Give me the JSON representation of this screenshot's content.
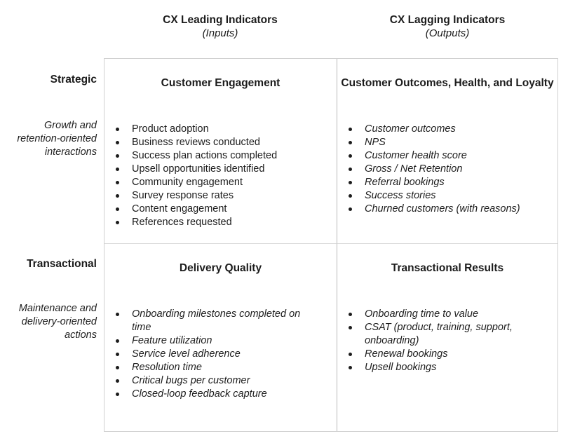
{
  "page": {
    "background": "#ffffff",
    "text_color": "#1c1c1c",
    "grid_border_color": "#cfcfcf",
    "vertical_divider_color": "#b9b9b9",
    "horizontal_divider_color": "#d9d9d9"
  },
  "column_headers": [
    {
      "title": "CX Leading Indicators",
      "subtitle": "(Inputs)"
    },
    {
      "title": "CX Lagging Indicators",
      "subtitle": "(Outputs)"
    }
  ],
  "row_headers": [
    {
      "title": "Strategic",
      "subtitle": "Growth and retention-oriented interactions"
    },
    {
      "title": "Transactional",
      "subtitle": "Maintenance and delivery-oriented actions"
    }
  ],
  "quadrants": [
    {
      "title": "Customer Engagement",
      "items": [
        "Product adoption",
        "Business reviews conducted",
        "Success plan actions completed",
        "Upsell opportunities identified",
        "Community engagement",
        "Survey response rates",
        "Content engagement",
        "References requested"
      ]
    },
    {
      "title": "Customer Outcomes, Health, and Loyalty",
      "items": [
        "Customer outcomes",
        "NPS",
        "Customer health score",
        "Gross / Net Retention",
        "Referral bookings",
        "Success stories",
        "Churned customers (with reasons)"
      ]
    },
    {
      "title": "Delivery Quality",
      "items": [
        "Onboarding milestones completed on time",
        "Feature utilization",
        "Service level adherence",
        "Resolution time",
        "Critical bugs per customer",
        "Closed-loop feedback capture"
      ]
    },
    {
      "title": "Transactional Results",
      "items": [
        "Onboarding time to value",
        "CSAT (product, training, support, onboarding)",
        "Renewal bookings",
        "Upsell bookings"
      ]
    }
  ]
}
